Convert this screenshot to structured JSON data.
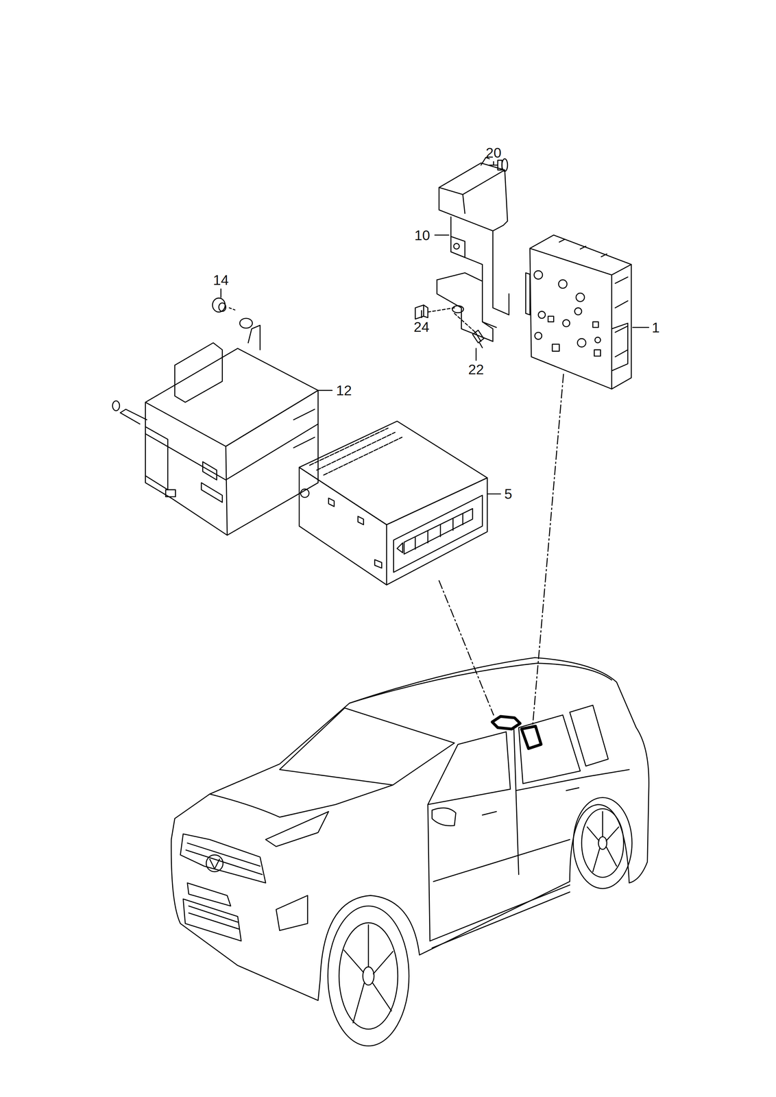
{
  "diagram": {
    "labels": [
      "20",
      "10",
      "24",
      "1",
      "22",
      "14",
      "12",
      "5"
    ]
  }
}
